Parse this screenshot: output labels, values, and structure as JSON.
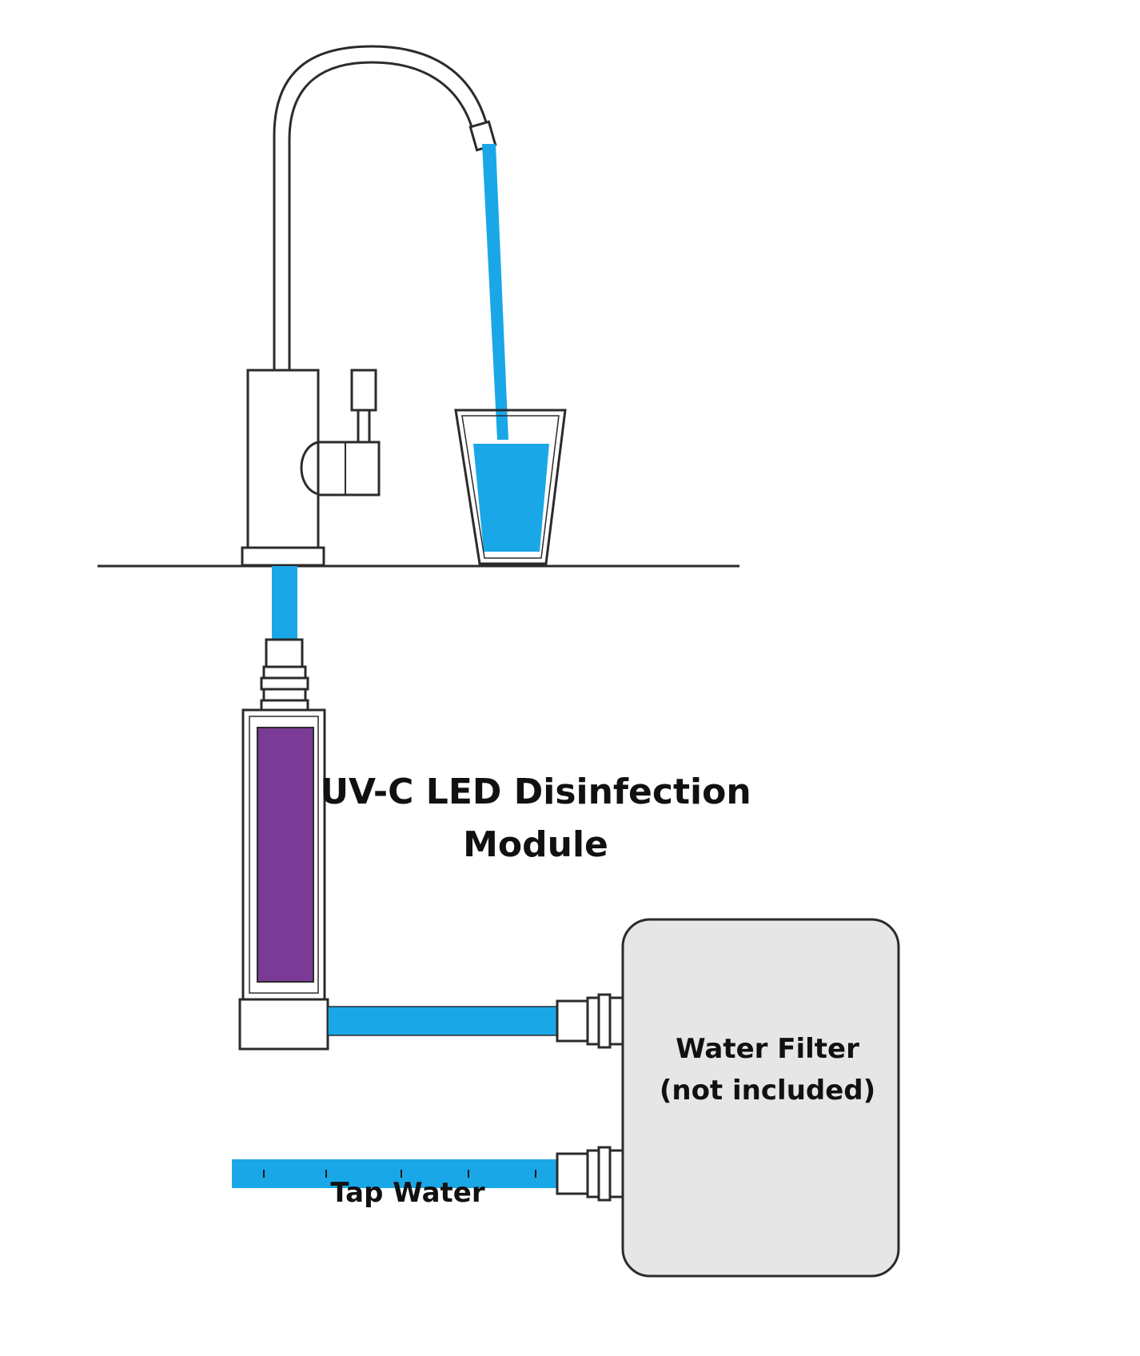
{
  "colors": {
    "water": "#1aa7e8",
    "uv_chamber": "#7a3b96",
    "outline": "#2b2b2b",
    "filter_fill": "#e6e6e6"
  },
  "labels": {
    "uv_module_line1": "UV-C LED Disinfection",
    "uv_module_line2": "Module",
    "filter_line1": "Water Filter",
    "filter_line2": "(not included)",
    "tap_water": "Tap Water"
  }
}
